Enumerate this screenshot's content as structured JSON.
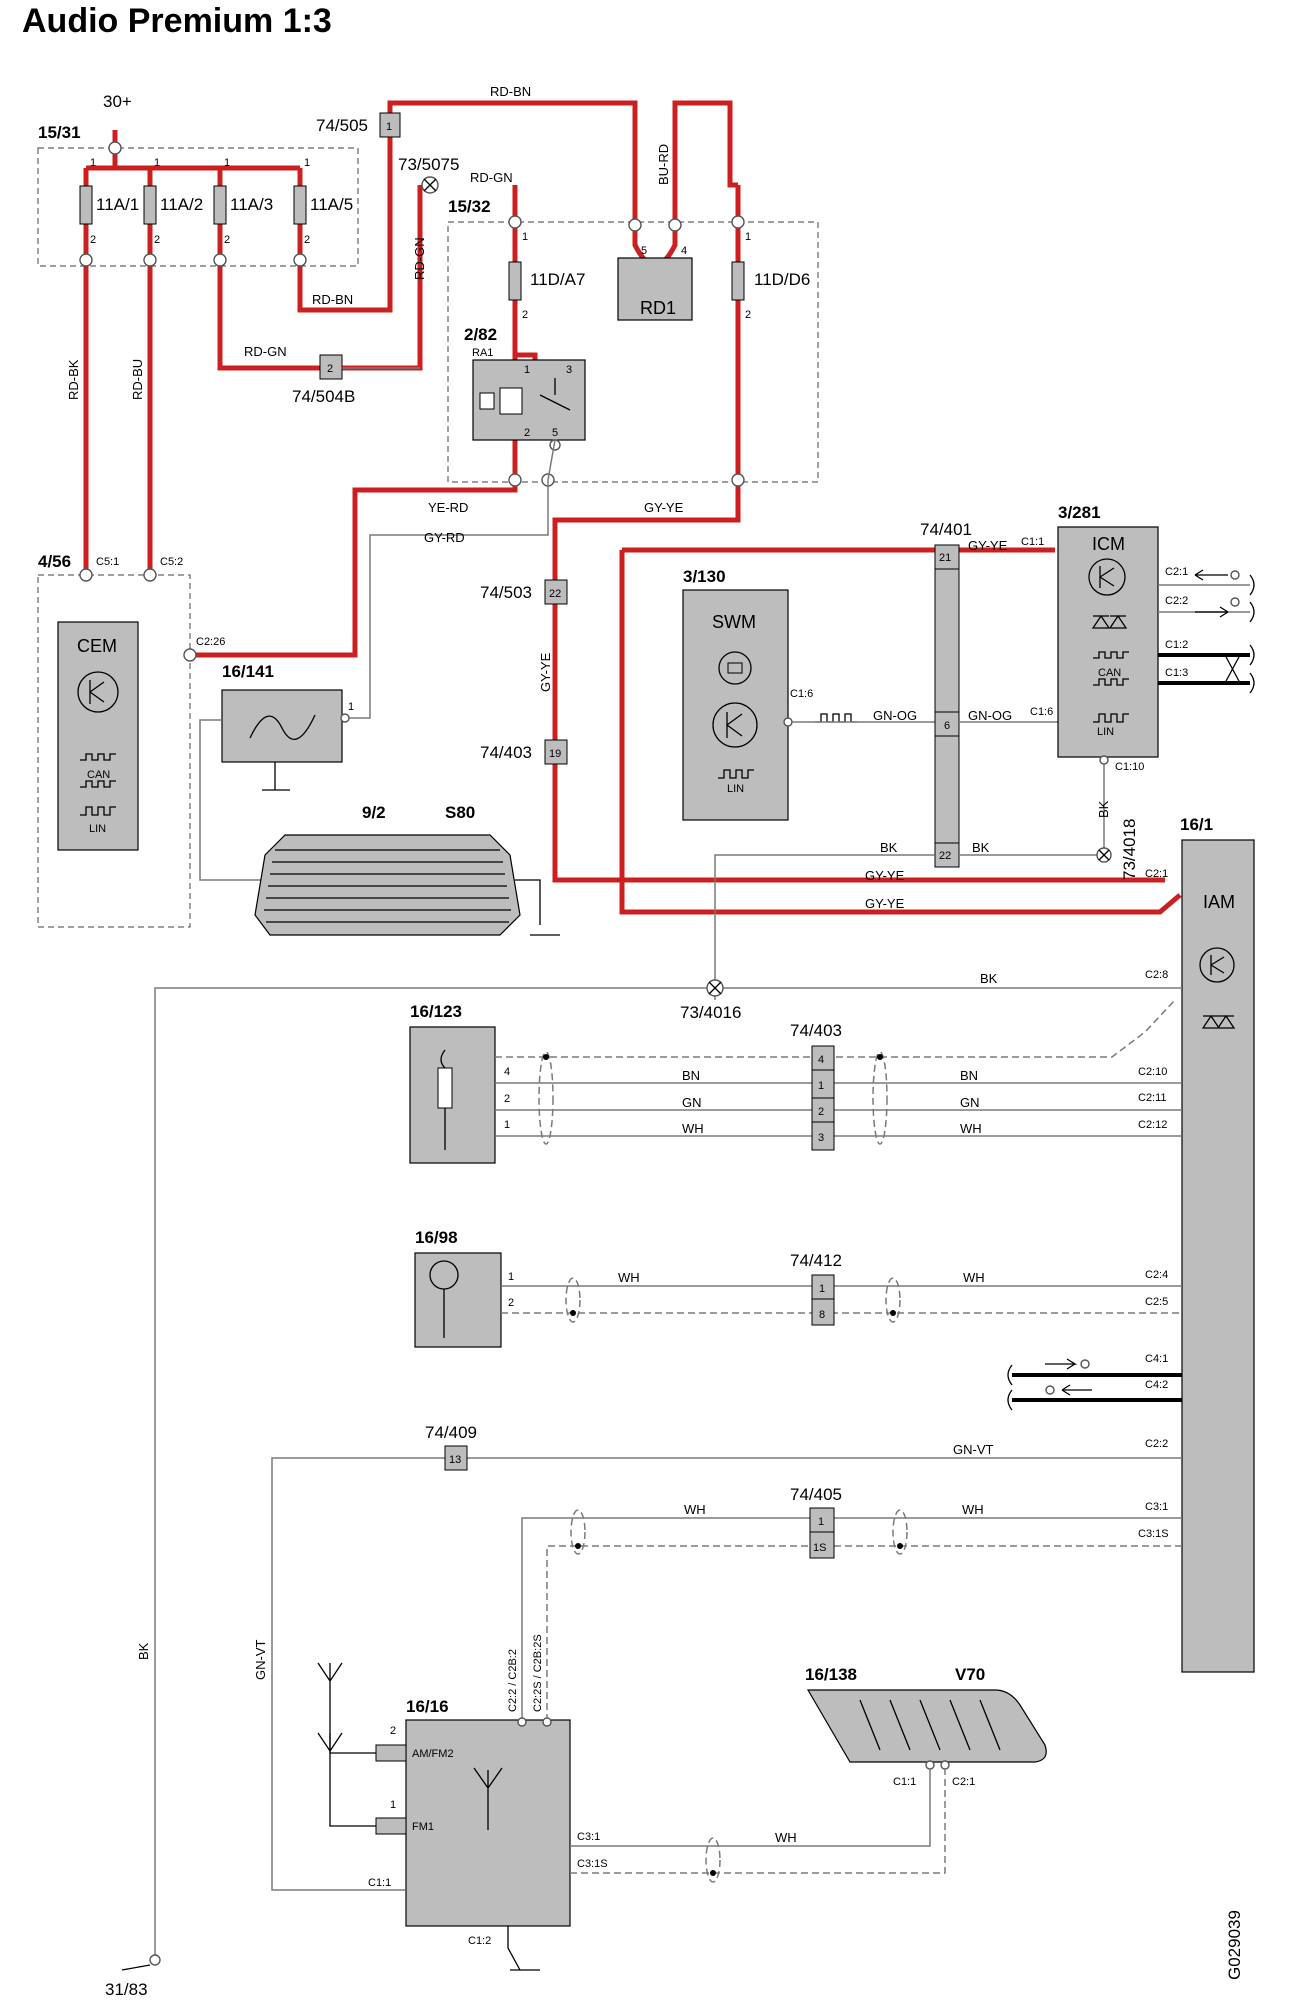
{
  "title": "Audio Premium 1:3",
  "doc_code": "G029039",
  "power": {
    "supply": "30+",
    "ground": "31/83"
  },
  "fuse_box": {
    "ref": "15/31",
    "fuses": [
      "11A/1",
      "11A/2",
      "11A/3",
      "11A/5"
    ]
  },
  "relay_box": {
    "ref": "15/32",
    "fuses": [
      "11D/A7",
      "11D/D6"
    ],
    "relay_ref": "2/82",
    "relay_name": "RA1",
    "rd1": "RD1"
  },
  "connectors": {
    "c74_505": "74/505",
    "c73_5075": "73/5075",
    "c74_504b": "74/504B",
    "c74_503": "74/503",
    "c74_403a": "74/403",
    "c74_401": "74/401",
    "c73_4018": "73/4018",
    "c73_4016": "73/4016",
    "c74_403b": "74/403",
    "c74_412": "74/412",
    "c74_409": "74/409",
    "c74_405": "74/405"
  },
  "pin_numbers": {
    "p1": "1",
    "p2": "2",
    "p3": "3",
    "p4": "4",
    "p5": "5",
    "p6": "6",
    "p8": "8",
    "p13": "13",
    "p19": "19",
    "p21": "21",
    "p22": "22",
    "p1s": "1S"
  },
  "modules": {
    "cem": {
      "ref": "4/56",
      "name": "CEM"
    },
    "swm": {
      "ref": "3/130",
      "name": "SWM"
    },
    "icm": {
      "ref": "3/281",
      "name": "ICM"
    },
    "iam": {
      "ref": "16/1",
      "name": "IAM"
    },
    "amp": {
      "ref": "16/141"
    },
    "window": {
      "ref": "9/2",
      "variant": "S80"
    },
    "aux": {
      "ref": "16/123"
    },
    "mic": {
      "ref": "16/98"
    },
    "tuner": {
      "ref": "16/16",
      "port1": "AM/FM2",
      "port2": "FM1"
    },
    "v70": {
      "ref": "16/138",
      "variant": "V70"
    }
  },
  "bus_labels": {
    "can": "CAN",
    "lin": "LIN"
  },
  "wire_colors": {
    "rd_bn": "RD-BN",
    "rd_gn": "RD-GN",
    "bu_rd": "BU-RD",
    "rd_bk": "RD-BK",
    "rd_bu": "RD-BU",
    "ye_rd": "YE-RD",
    "gy_rd": "GY-RD",
    "gy_ye": "GY-YE",
    "gn_og": "GN-OG",
    "bk": "BK",
    "bn": "BN",
    "gn": "GN",
    "wh": "WH",
    "gn_vt": "GN-VT"
  },
  "pins": {
    "c5_1": "C5:1",
    "c5_2": "C5:2",
    "c2_26": "C2:26",
    "c1_6": "C1:6",
    "c1_1": "C1:1",
    "c2_1": "C2:1",
    "c2_2": "C2:2",
    "c1_2": "C1:2",
    "c1_3": "C1:3",
    "c1_10": "C1:10",
    "c2_8": "C2:8",
    "c2_10": "C2:10",
    "c2_11": "C2:11",
    "c2_12": "C2:12",
    "c2_4": "C2:4",
    "c2_5": "C2:5",
    "c4_1": "C4:1",
    "c4_2": "C4:2",
    "c3_1": "C3:1",
    "c3_1s": "C3:1S",
    "c2_2_c2b_2": "C2:2 / C2B:2",
    "c2_2s_c2b_2s": "C2:2S / C2B:2S"
  },
  "colors": {
    "power_wire": "#cc1f1f",
    "module_fill": "#bdbdbd",
    "wire": "#7a7a7a"
  }
}
